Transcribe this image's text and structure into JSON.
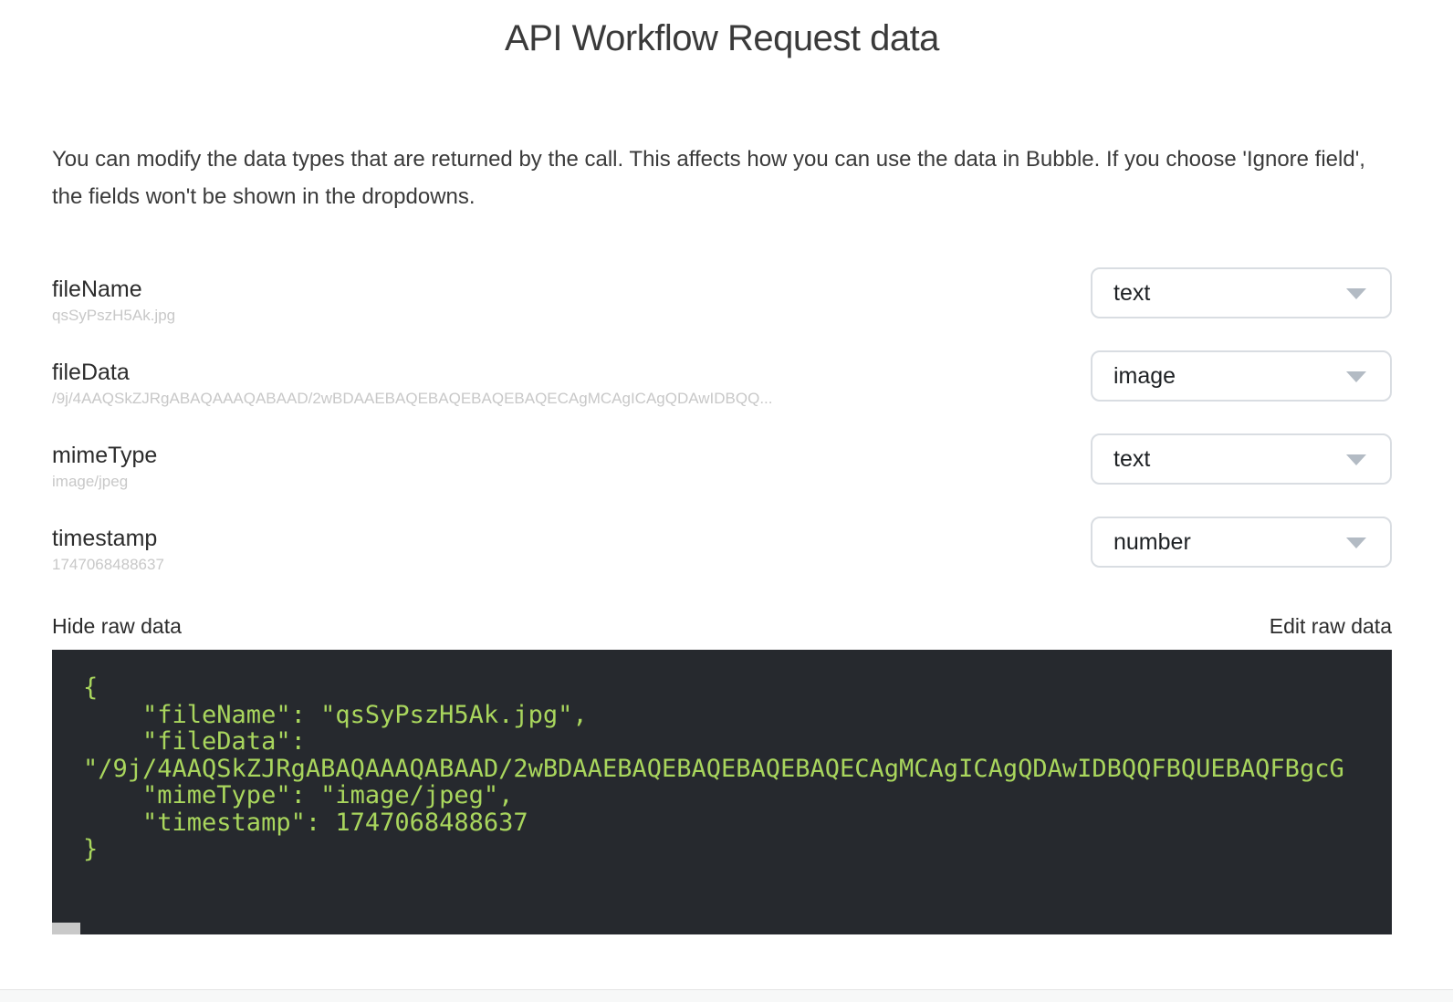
{
  "title": "API Workflow Request data",
  "description": "You can modify the data types that are returned by the call. This affects how you can use the data in Bubble. If you choose 'Ignore field', the fields won't be shown in the dropdowns.",
  "fields": [
    {
      "name": "fileName",
      "value": "qsSyPszH5Ak.jpg",
      "type": "text"
    },
    {
      "name": "fileData",
      "value": "/9j/4AAQSkZJRgABAQAAAQABAAD/2wBDAAEBAQEBAQEBAQEBAQECAgMCAgICAgQDAwIDBQQ...",
      "type": "image"
    },
    {
      "name": "mimeType",
      "value": "image/jpeg",
      "type": "text"
    },
    {
      "name": "timestamp",
      "value": "1747068488637",
      "type": "number"
    }
  ],
  "raw_data": {
    "hide_label": "Hide raw data",
    "edit_label": "Edit raw data",
    "code_lines": [
      "{",
      "    \"fileName\": \"qsSyPszH5Ak.jpg\",",
      "    \"fileData\":",
      "\"/9j/4AAQSkZJRgABAQAAAQABAAD/2wBDAAEBAQEBAQEBAQEBAQECAgMCAgICAgQDAwIDBQQFBQUEBAQFBgcG",
      "    \"mimeType\": \"image/jpeg\",",
      "    \"timestamp\": 1747068488637",
      "}"
    ]
  },
  "icons": {
    "dropdown_caret": "chevron-down-icon"
  },
  "colors": {
    "code_background": "#26292e",
    "code_text": "#a9d65d",
    "field_value_gray": "#c8c8c8",
    "dropdown_border": "#d9dde2",
    "caret_gray": "#b3bbc4",
    "scrollbar_thumb": "#c9c9c9"
  }
}
